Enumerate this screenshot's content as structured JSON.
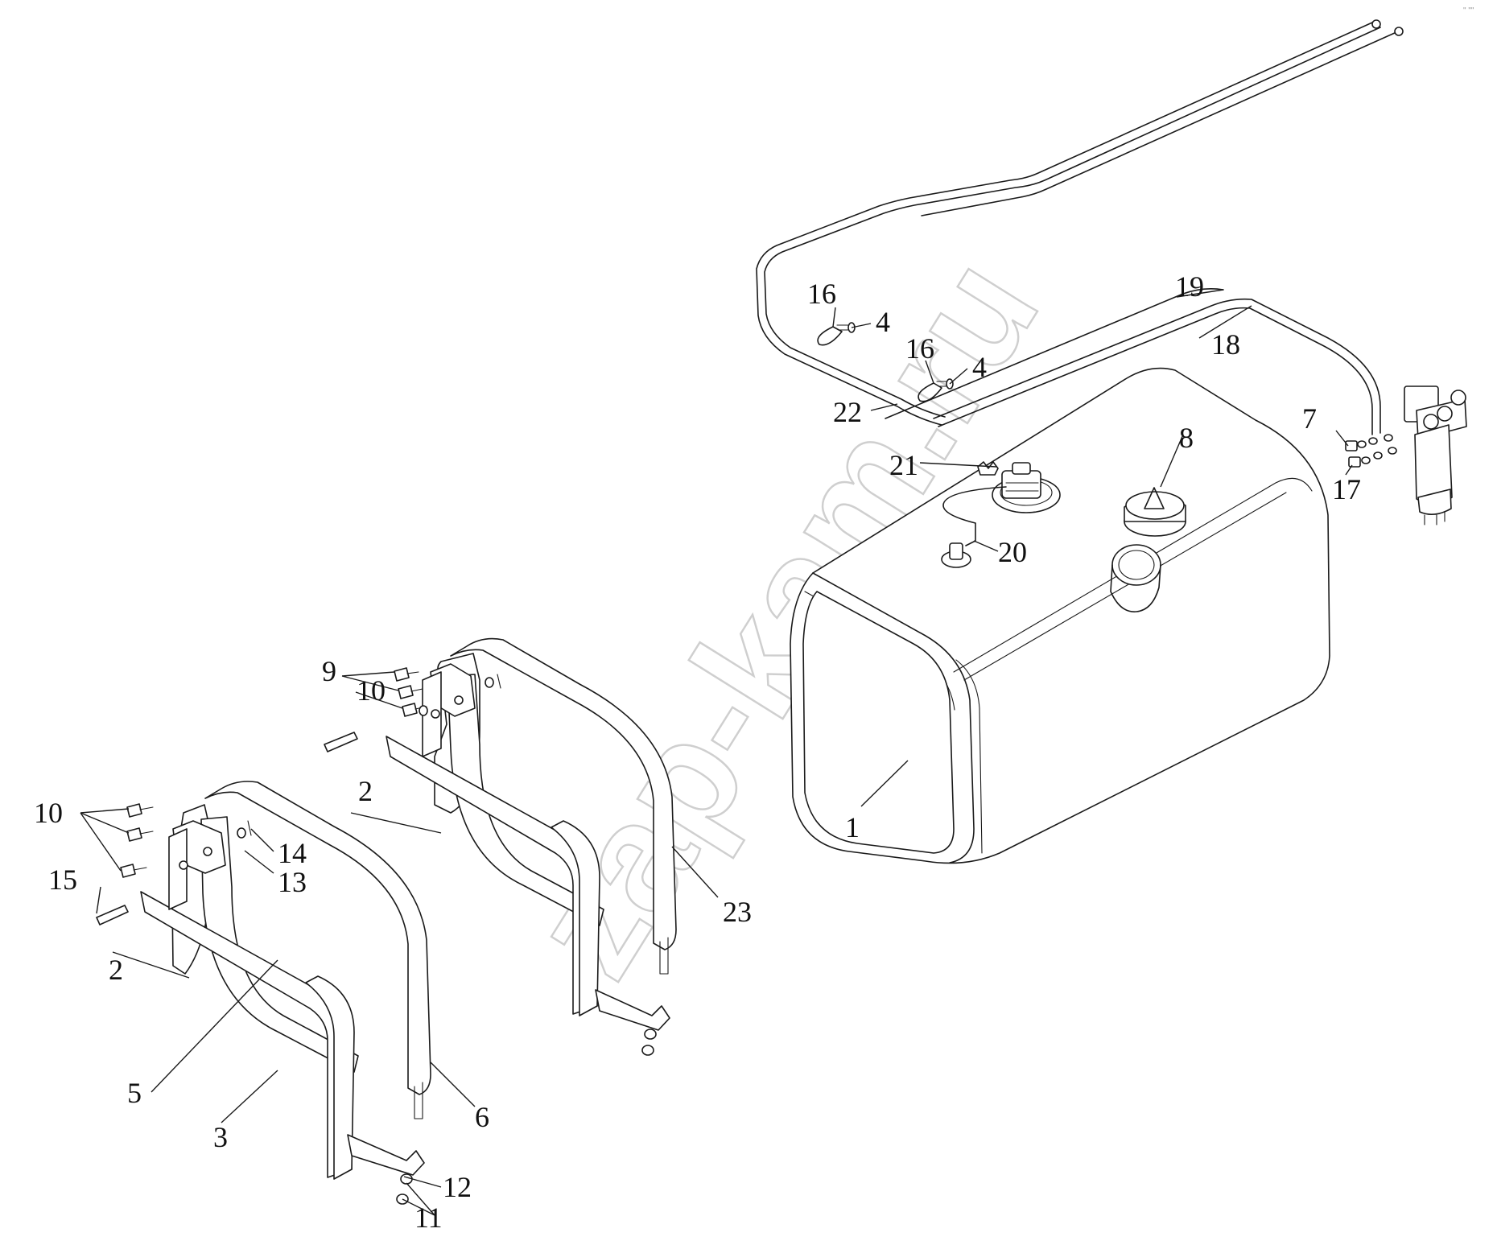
{
  "watermark": "zap-kam.ru",
  "corner_mark": "\" \"\"",
  "callouts": {
    "c1": "1",
    "c2a": "2",
    "c2b": "2",
    "c3": "3",
    "c4a": "4",
    "c4b": "4",
    "c5": "5",
    "c6": "6",
    "c7": "7",
    "c8": "8",
    "c9": "9",
    "c10a": "10",
    "c10b": "10",
    "c11": "11",
    "c12": "12",
    "c13": "13",
    "c14": "14",
    "c15": "15",
    "c16a": "16",
    "c16b": "16",
    "c17": "17",
    "c18": "18",
    "c19": "19",
    "c20": "20",
    "c21": "21",
    "c22": "22",
    "c23": "23"
  }
}
